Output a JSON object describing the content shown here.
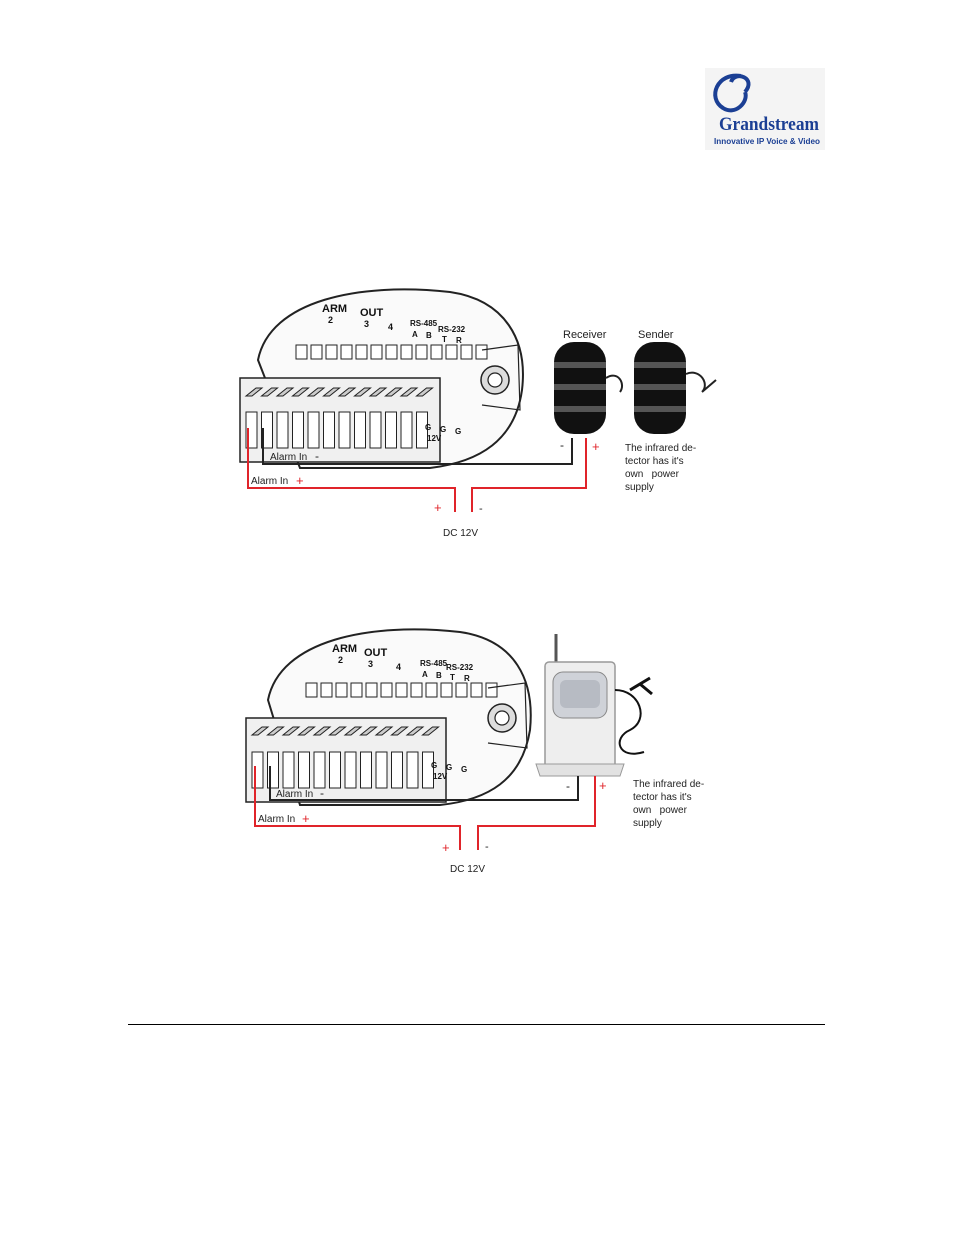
{
  "logo": {
    "brand": "Grandstream",
    "tagline": "Innovative IP Voice & Video"
  },
  "diagram1": {
    "panel_labels": {
      "alarm": "ARM",
      "two": "2",
      "out": "OUT",
      "three": "3",
      "four": "4",
      "rs485": "RS-485",
      "a": "A",
      "b": "B",
      "rs232": "RS-232",
      "t": "T",
      "r": "R",
      "g1": "G",
      "g2": "G",
      "g3": "G",
      "v12": "12V"
    },
    "receiver": "Receiver",
    "sender": "Sender",
    "alarm_in_minus": "Alarm In",
    "alarm_in_plus": "Alarm In",
    "minus_sign": "-",
    "plus_sign": "+",
    "dc_plus": "+",
    "dc_minus": "-",
    "dc_label": "DC 12V",
    "note_lines": [
      "The infrared de-",
      "tector has it's",
      "own   power",
      "supply"
    ]
  },
  "diagram2": {
    "panel_labels": {
      "alarm": "ARM",
      "two": "2",
      "out": "OUT",
      "three": "3",
      "four": "4",
      "rs485": "RS-485",
      "a": "A",
      "b": "B",
      "rs232": "RS-232",
      "t": "T",
      "r": "R",
      "g1": "G",
      "g2": "G",
      "g3": "G",
      "v12": "12V"
    },
    "alarm_in_minus": "Alarm In",
    "alarm_in_plus": "Alarm In",
    "minus_sign": "-",
    "plus_sign": "+",
    "dc_plus": "+",
    "dc_minus": "-",
    "dc_label": "DC 12V",
    "note_lines": [
      "The infrared de-",
      "tector has it's",
      "own   power",
      "supply"
    ]
  },
  "colors": {
    "wire_red": "#e0242a",
    "wire_black": "#222222",
    "logo_blue": "#1b3f94"
  }
}
